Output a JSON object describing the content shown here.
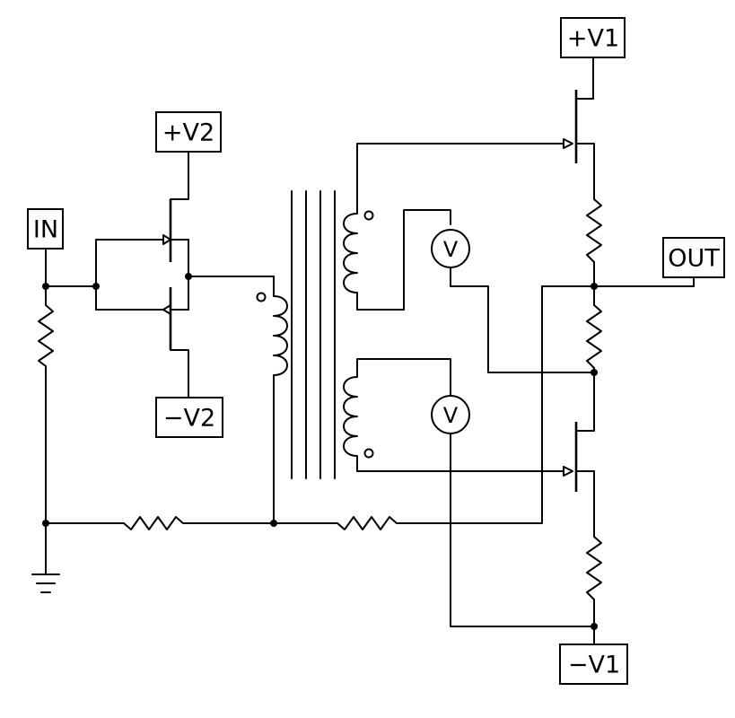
{
  "labels": {
    "in": "IN",
    "out": "OUT",
    "pos_v1": "+V1",
    "neg_v1": "−V1",
    "pos_v2": "+V2",
    "neg_v2": "−V2",
    "meter_top": "V",
    "meter_bottom": "V"
  }
}
